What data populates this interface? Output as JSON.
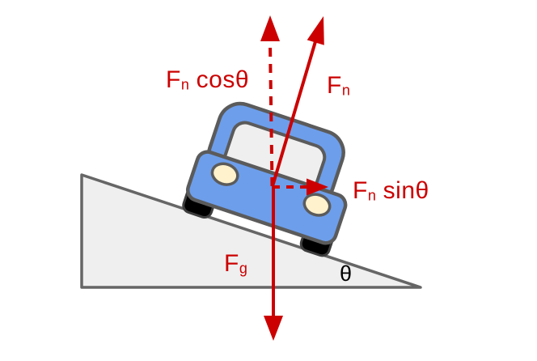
{
  "labels": {
    "fn_cos": {
      "symbol": "F",
      "subscript": "n",
      "suffix": " cosθ"
    },
    "fn": {
      "symbol": "F",
      "subscript": "n",
      "suffix": ""
    },
    "fn_sin": {
      "symbol": "F",
      "subscript": "n",
      "suffix": " sinθ"
    },
    "fg": {
      "symbol": "F",
      "subscript": "g",
      "suffix": ""
    },
    "theta": "θ"
  },
  "vectors": [
    {
      "name": "normal-force",
      "label": "Fn",
      "style": "solid",
      "direction": "up-right"
    },
    {
      "name": "normal-force-vertical-component",
      "label": "Fn cosθ",
      "style": "dashed",
      "direction": "up"
    },
    {
      "name": "normal-force-horizontal-component",
      "label": "Fn sinθ",
      "style": "dashed",
      "direction": "right"
    },
    {
      "name": "gravity-force",
      "label": "Fg",
      "style": "solid",
      "direction": "down"
    }
  ],
  "colors": {
    "vector_red": "#cc0000",
    "car_body_blue": "#6d9eeb",
    "car_window_gray": "#efefef",
    "car_outline_gray": "#5b5b5b",
    "headlight_cream": "#fff2cc",
    "wheel_black": "#000000",
    "wheel_outline": "#3d3d3d",
    "incline_fill": "#efefef",
    "incline_outline": "#666666",
    "theta_text": "#000000",
    "background": "#ffffff"
  }
}
